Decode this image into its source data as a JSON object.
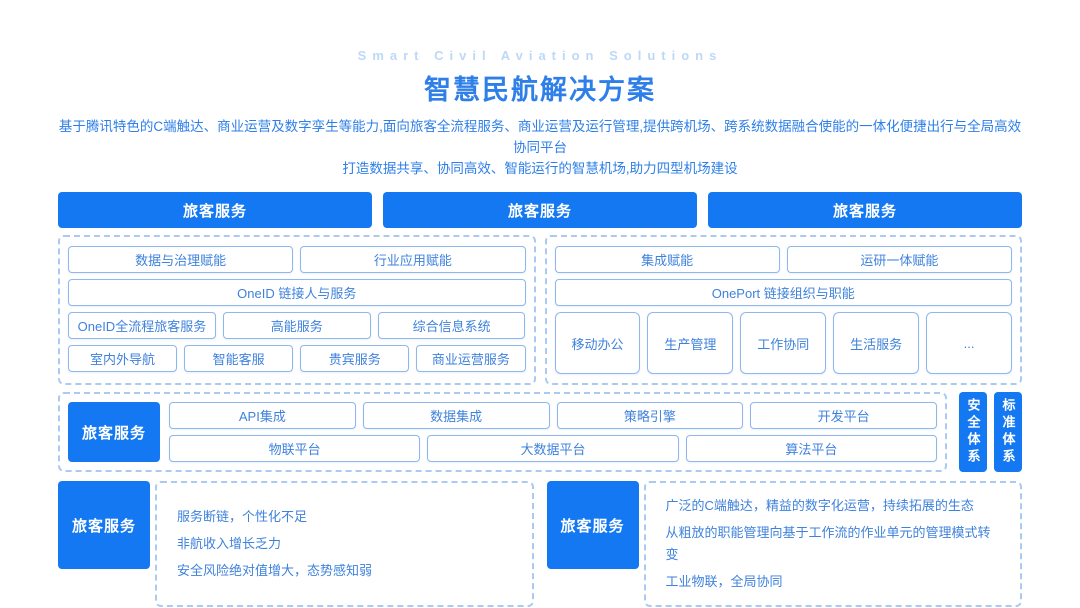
{
  "header": {
    "subtitle": "Smart Civil Aviation Solutions",
    "title": "智慧民航解决方案",
    "desc_line1": "基于腾讯特色的C端触达、商业运营及数字孪生等能力,面向旅客全流程服务、商业运营及运行管理,提供跨机场、跨系统数据融合使能的一体化便捷出行与全局高效协同平台",
    "desc_line2": "打造数据共享、协同高效、智能运行的智慧机场,助力四型机场建设"
  },
  "top_bars": [
    "旅客服务",
    "旅客服务",
    "旅客服务"
  ],
  "left_panel": {
    "row1": [
      "数据与治理赋能",
      "行业应用赋能"
    ],
    "row2": "OneID 链接人与服务",
    "row3": [
      "OneID全流程旅客服务",
      "高能服务",
      "综合信息系统"
    ],
    "row4": [
      "室内外导航",
      "智能客服",
      "贵宾服务",
      "商业运营服务"
    ]
  },
  "right_panel": {
    "row1": [
      "集成赋能",
      "运研一体赋能"
    ],
    "row2": "OnePort 链接组织与职能",
    "row3": [
      "移动办公",
      "生产管理",
      "工作协同",
      "生活服务",
      "..."
    ]
  },
  "middle_band": {
    "label": "旅客服务",
    "row1": [
      "API集成",
      "数据集成",
      "策略引擎",
      "开发平台"
    ],
    "row2": [
      "物联平台",
      "大数据平台",
      "算法平台"
    ]
  },
  "side_bars": [
    "安全体系",
    "标准体系"
  ],
  "bottom_left": {
    "label": "旅客服务",
    "lines": [
      "服务断链，个性化不足",
      "非航收入增长乏力",
      "安全风险绝对值增大，态势感知弱"
    ]
  },
  "bottom_right": {
    "label": "旅客服务",
    "lines": [
      "广泛的C端触达，精益的数字化运营，持续拓展的生态",
      "从粗放的职能管理向基于工作流的作业单元的管理模式转变",
      "工业物联，全局协同"
    ]
  },
  "colors": {
    "primary_blue": "#1478f2",
    "title_blue": "#2e7fe8",
    "box_border": "#8db7ed",
    "box_text": "#3f82dc",
    "dashed_border": "#abcaf2",
    "subtitle_blue": "#bed8f7",
    "background": "#ffffff"
  }
}
